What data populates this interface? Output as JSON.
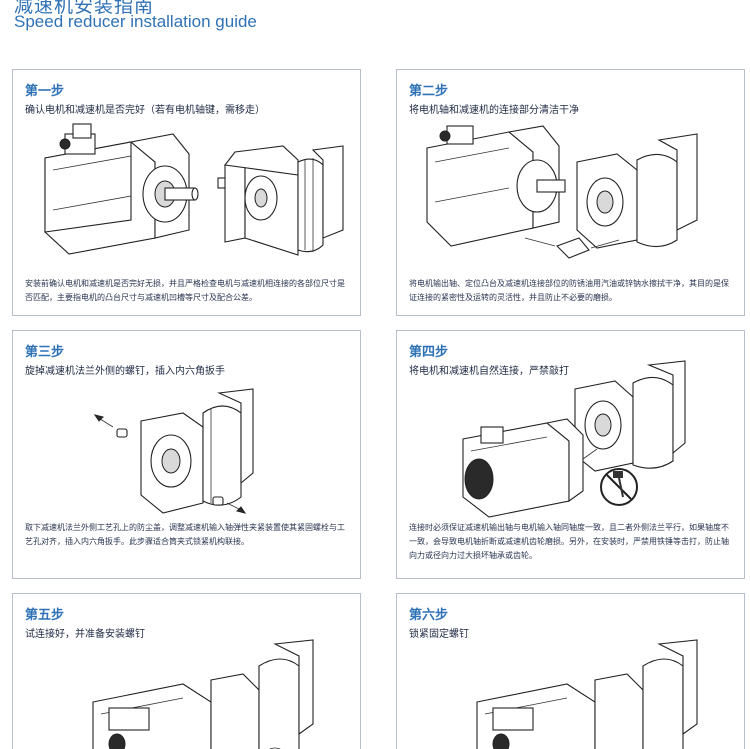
{
  "header": {
    "title_cn": "减速机安装指南",
    "title_en": "Speed reducer installation guide"
  },
  "steps": [
    {
      "title": "第一步",
      "subtitle": "确认电机和减速机是否完好（若有电机轴键，需移走）",
      "description": "安装前确认电机和减速机是否完好无损，并且严格检查电机与减速机相连接的各部位尺寸是否匹配，主要指电机的凸台尺寸与减速机凹槽等尺寸及配合公差。"
    },
    {
      "title": "第二步",
      "subtitle": "将电机轴和减速机的连接部分清洁干净",
      "description": "将电机输出轴、定位凸台及减速机连接部位的防锈油用汽油或锌钠水擦拭干净，其目的是保证连接的紧密性及运转的灵活性，并且防止不必要的磨损。"
    },
    {
      "title": "第三步",
      "subtitle": "旋掉减速机法兰外侧的螺钉，插入内六角扳手",
      "description": "取下减速机法兰外侧工艺孔上的防尘盖，调整减速机输入轴弹性夹紧装置使其紧固螺栓与工艺孔对齐，插入内六角扳手。此步骤适合筒夹式锁紧机构联接。"
    },
    {
      "title": "第四步",
      "subtitle": "将电机和减速机自然连接，严禁敲打",
      "description": "连接时必须保证减速机输出轴与电机输入轴同轴度一致，且二者外侧法兰平行，如果轴度不一致，会导致电机轴折断或减速机齿轮磨损。另外，在安装时，严禁用铁锤等击打，防止轴向力或径向力过大损坏轴承或齿轮。"
    },
    {
      "title": "第五步",
      "subtitle": "试连接好，并准备安装螺钉",
      "description": ""
    },
    {
      "title": "第六步",
      "subtitle": "锁紧固定螺钉",
      "description": ""
    }
  ]
}
